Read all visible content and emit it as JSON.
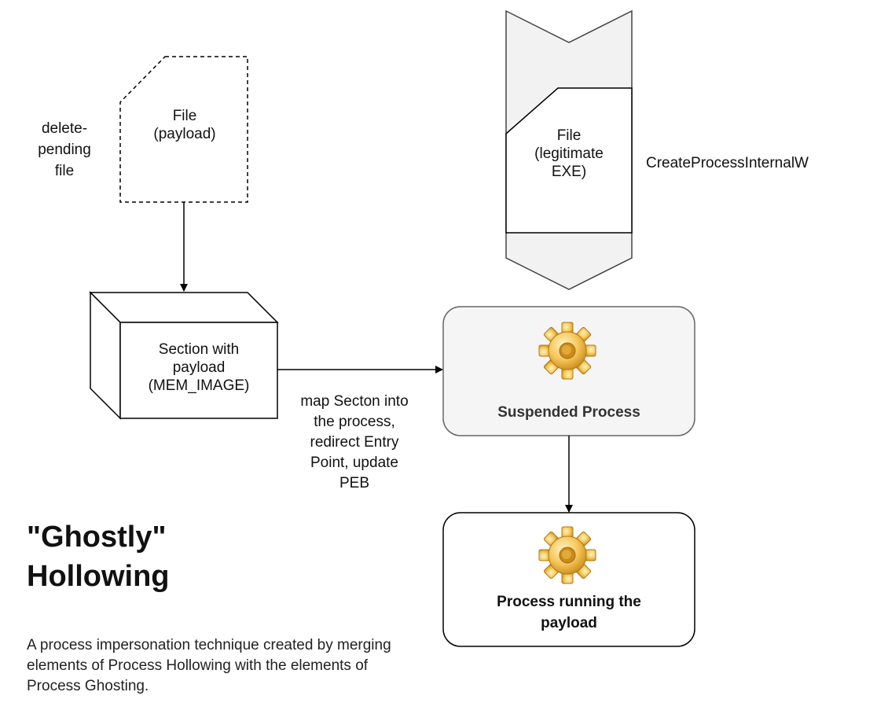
{
  "diagram": {
    "payload_file": {
      "line1": "File",
      "line2": "(payload)"
    },
    "delete_pending": {
      "line1": "delete-",
      "line2": "pending",
      "line3": "file"
    },
    "section": {
      "line1": "Section with",
      "line2": "payload",
      "line3": "(MEM_IMAGE)"
    },
    "legit_file": {
      "line1": "File",
      "line2": "(legitimate",
      "line3": "EXE)"
    },
    "create_process_label": "CreateProcessInternalW",
    "suspended_process": {
      "label": "Suspended Process",
      "icon": "gear-icon"
    },
    "running_process": {
      "line1": "Process running the",
      "line2": "payload",
      "icon": "gear-icon"
    },
    "map_label": {
      "line1": "map Secton into",
      "line2": "the process,",
      "line3": "redirect Entry",
      "line4": "Point, update",
      "line5": "PEB"
    }
  },
  "heading": {
    "line1": "\"Ghostly\"",
    "line2": "Hollowing"
  },
  "description": "A process impersonation technique created by merging elements of Process Hollowing with the elements of Process Ghosting.",
  "colors": {
    "stroke": "#000000",
    "suspended_fill": "#f5f5f5",
    "suspended_stroke": "#666666",
    "gear_light": "#f7d27a",
    "gear_dark": "#c98a1a"
  }
}
